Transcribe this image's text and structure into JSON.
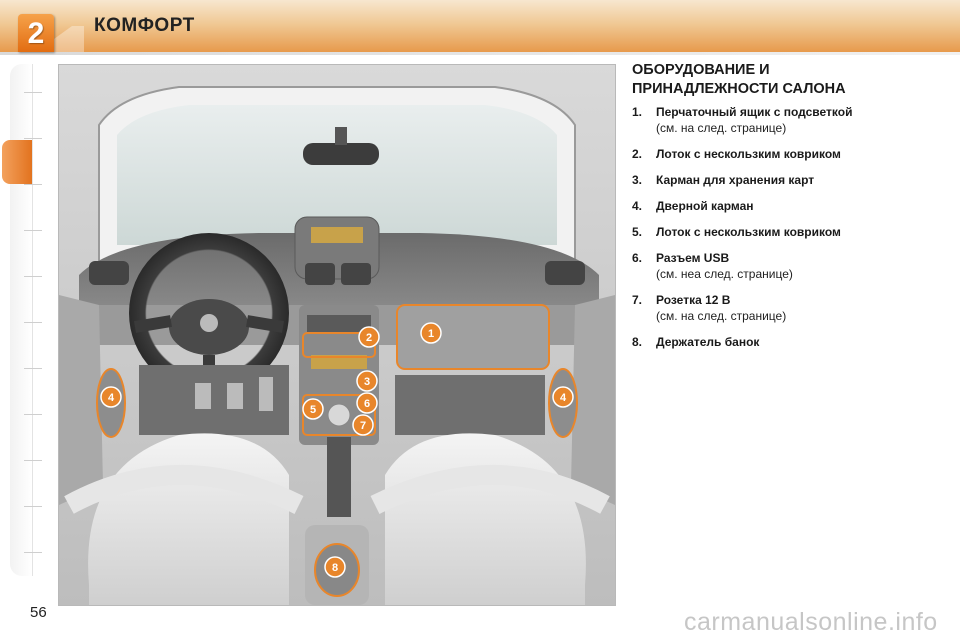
{
  "header": {
    "chapter_number": "2",
    "title": "КОМФОРТ",
    "accent_color": "#e8862b"
  },
  "section": {
    "heading_line1": "ОБОРУДОВАНИЕ И",
    "heading_line2": "ПРИНАДЛЕЖНОСТИ САЛОНА"
  },
  "items": [
    {
      "num": "1.",
      "title": "Перчаточный ящик с подсветкой",
      "note": "(см. на след. странице)"
    },
    {
      "num": "2.",
      "title": "Лоток с нескользким ковриком",
      "note": ""
    },
    {
      "num": "3.",
      "title": "Карман для хранения карт",
      "note": ""
    },
    {
      "num": "4.",
      "title": "Дверной карман",
      "note": ""
    },
    {
      "num": "5.",
      "title": "Лоток с нескользким ковриком",
      "note": ""
    },
    {
      "num": "6.",
      "title": "Разъем USB",
      "note": "(см. неа след. странице)"
    },
    {
      "num": "7.",
      "title": "Розетка 12 В",
      "note": "(см. на след. странице)"
    },
    {
      "num": "8.",
      "title": "Держатель банок",
      "note": ""
    }
  ],
  "figure": {
    "callouts": [
      "1",
      "2",
      "3",
      "4",
      "4",
      "5",
      "6",
      "7",
      "8"
    ],
    "callout_color": "#e8862b"
  },
  "page_number": "56",
  "watermark": "carmanualsonline.info"
}
